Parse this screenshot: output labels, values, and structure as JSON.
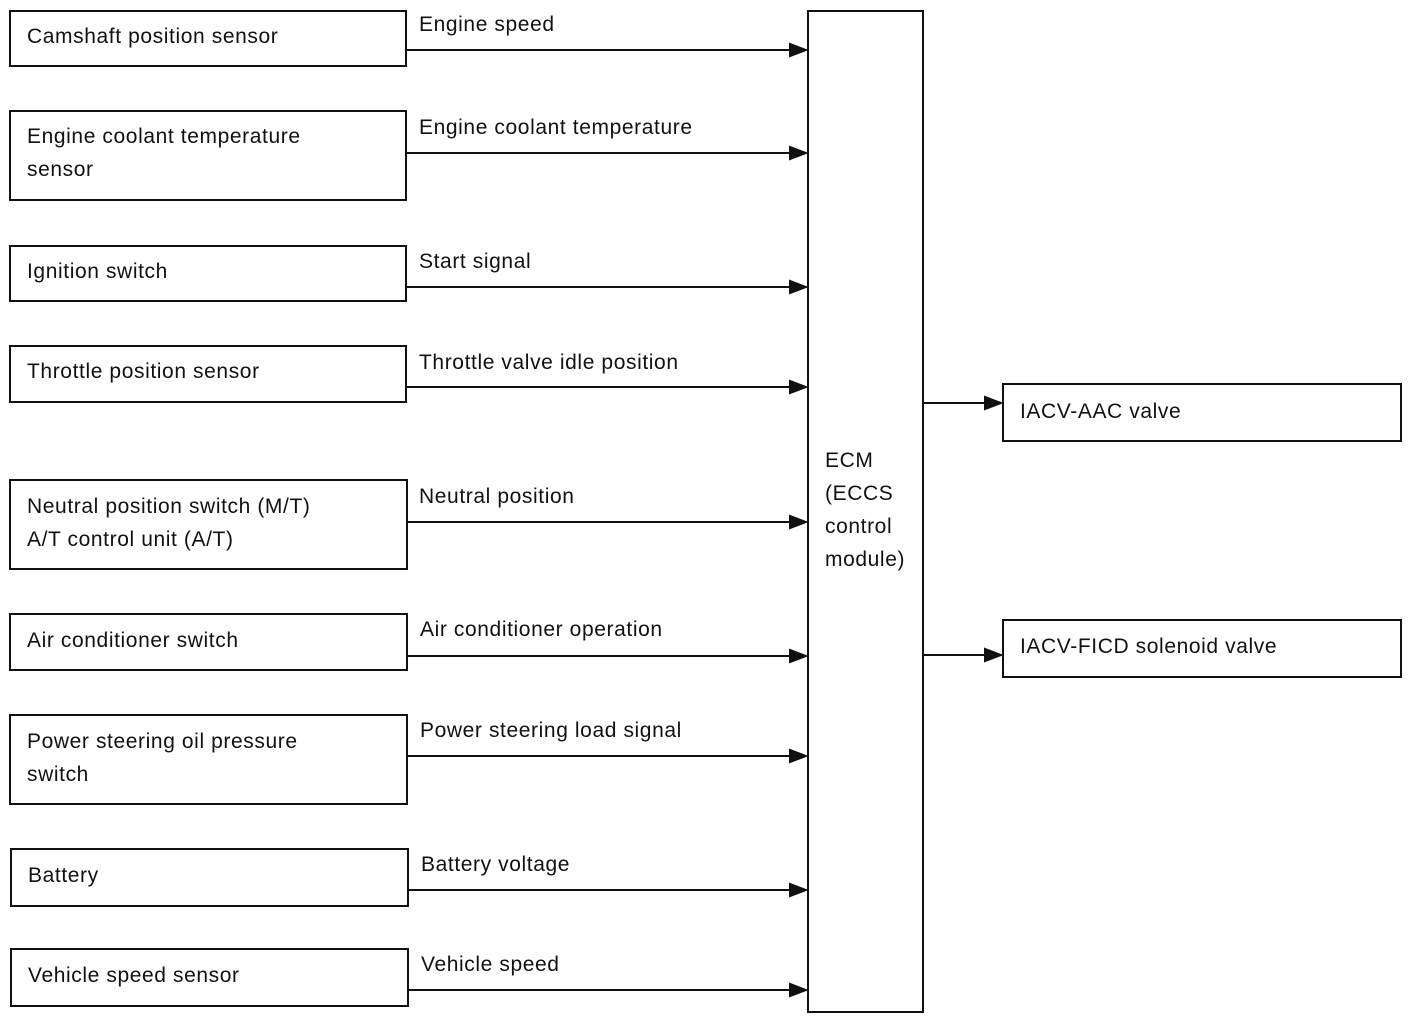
{
  "inputs": [
    {
      "sensor": [
        "Camshaft position sensor"
      ],
      "signal": "Engine speed"
    },
    {
      "sensor": [
        "Engine coolant temperature",
        "sensor"
      ],
      "signal": "Engine coolant temperature"
    },
    {
      "sensor": [
        "Ignition switch"
      ],
      "signal": "Start signal"
    },
    {
      "sensor": [
        "Throttle position sensor"
      ],
      "signal": "Throttle valve idle position"
    },
    {
      "sensor": [
        "Neutral position switch (M/T)",
        "A/T control unit (A/T)"
      ],
      "signal": "Neutral position"
    },
    {
      "sensor": [
        "Air conditioner switch"
      ],
      "signal": "Air conditioner operation"
    },
    {
      "sensor": [
        "Power steering oil pressure",
        "switch"
      ],
      "signal": "Power steering load signal"
    },
    {
      "sensor": [
        "Battery"
      ],
      "signal": "Battery voltage"
    },
    {
      "sensor": [
        "Vehicle speed sensor"
      ],
      "signal": "Vehicle speed"
    }
  ],
  "ecm": {
    "lines": [
      "ECM",
      "(ECCS",
      "control",
      "module)"
    ]
  },
  "outputs": [
    {
      "label": "IACV-AAC valve"
    },
    {
      "label": "IACV-FICD solenoid valve"
    }
  ]
}
